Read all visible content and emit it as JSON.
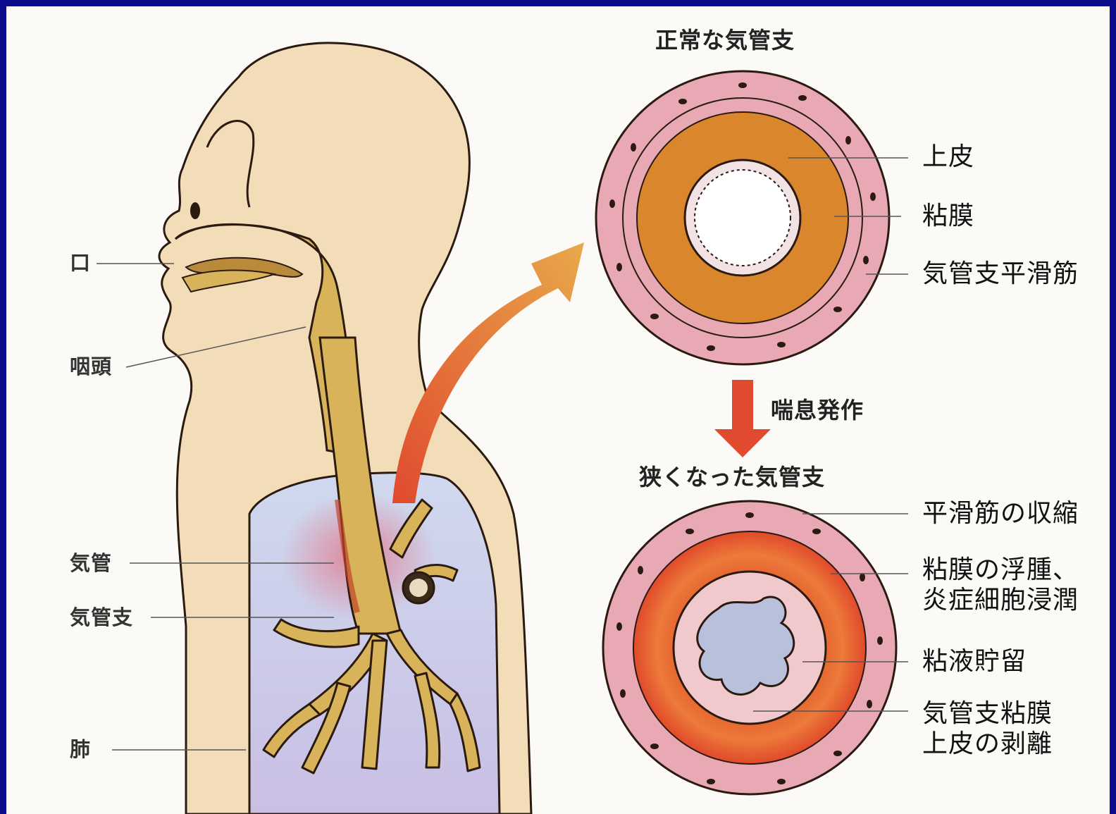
{
  "titles": {
    "normal": "正常な気管支",
    "attack": "喘息発作",
    "narrowed": "狭くなった気管支"
  },
  "body_labels": {
    "mouth": "口",
    "pharynx": "咽頭",
    "trachea": "気管",
    "bronchus": "気管支",
    "lung": "肺"
  },
  "normal_labels": {
    "epithelium": "上皮",
    "mucosa": "粘膜",
    "smooth_muscle": "気管支平滑筋"
  },
  "narrowed_labels": {
    "contraction": "平滑筋の収縮",
    "edema_line1": "粘膜の浮腫、",
    "edema_line2": "炎症細胞浸潤",
    "mucus": "粘液貯留",
    "shedding_line1": "気管支粘膜",
    "shedding_line2": "上皮の剥離"
  },
  "colors": {
    "border": "#0c0c8c",
    "background": "#fbfaf6",
    "skin": "#f2ddb8",
    "airway": "#d9b35a",
    "lung": "#c9c9e8",
    "muscle_pink": "#e8a9b4",
    "mucosa_orange": "#d9862c",
    "inflamed_red": "#e0502a",
    "arrow_red": "#e04a2e"
  }
}
